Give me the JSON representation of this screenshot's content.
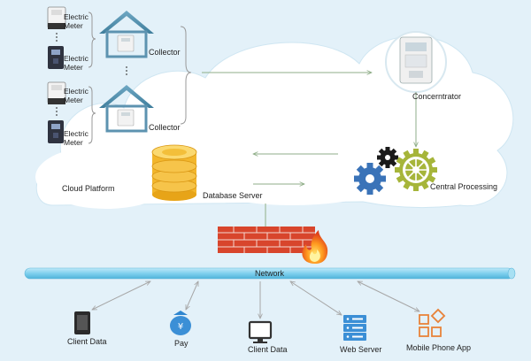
{
  "devices": {
    "meter_label": "Electric Meter",
    "collector_label": "Collector"
  },
  "cloud": {
    "label": "Cloud Platform",
    "concentrator": "Concerntrator",
    "central_processing": "Central Processing",
    "database_server": "Database Server"
  },
  "network": {
    "label": "Network"
  },
  "clients": {
    "client_data_1": "Client Data",
    "pay": "Pay",
    "client_data_2": "Client Data",
    "web_server": "Web Server",
    "mobile_app": "Mobile Phone App"
  },
  "colors": {
    "background": "#e3f1f9",
    "cloud": "#ffffff",
    "network_pipe": "#7fd0ee",
    "gear_blue": "#3a73b8",
    "gear_green": "#a6b53a",
    "firewall": "#d8452c",
    "db_gold": "#f2b62c",
    "client_blue": "#3b8fd6",
    "app_orange": "#e8833a"
  }
}
